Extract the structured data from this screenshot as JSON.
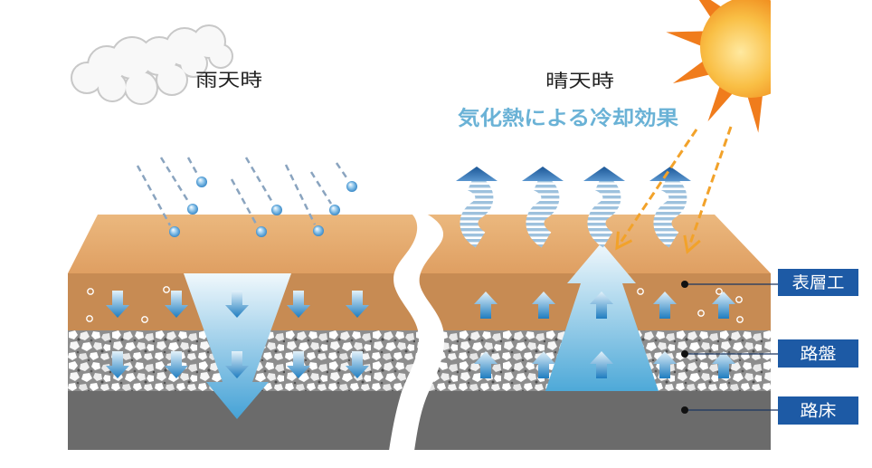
{
  "diagram": {
    "rainy_label": "雨天時",
    "sunny_label": "晴天時",
    "cooling_effect_label": "気化熱による冷却効果",
    "layers": {
      "surface": "表層工",
      "base": "路盤",
      "subgrade": "路床"
    }
  },
  "icons": {
    "cloud": "cloud-icon",
    "sun": "sun-icon",
    "raindrop": "raindrop-icon"
  },
  "colors": {
    "label_box": "#1d5aa5",
    "cooling_text": "#6ab2d6",
    "surface_top": "#e4a86c",
    "surface_front": "#c78b53",
    "subgrade": "#6b6b6b"
  }
}
